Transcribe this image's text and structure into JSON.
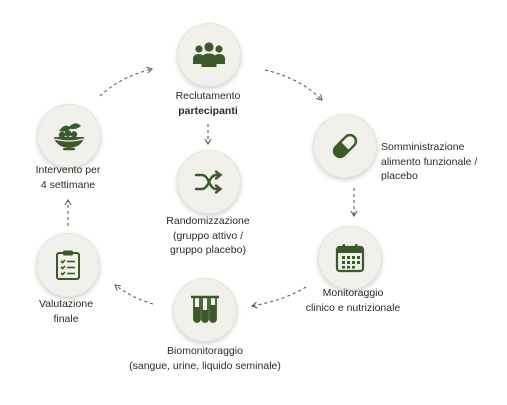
{
  "diagram": {
    "colors": {
      "icon_bg": "#f1f0eb",
      "icon_fg": "#3b5a2a",
      "arrow": "#4f6b3f"
    },
    "steps": [
      {
        "id": "reclutamento",
        "icon": "users-icon",
        "line1": "Reclutamento",
        "line2": "partecipanti"
      },
      {
        "id": "somministrazione",
        "icon": "capsule-icon",
        "line1": "Somministrazione",
        "line2": "alimento funzionale /",
        "line3": "placebo"
      },
      {
        "id": "monitoraggio",
        "icon": "calendar-icon",
        "line1": "Monitoraggio",
        "line2": "clinico e nutrizionale"
      },
      {
        "id": "biomonitoraggio",
        "icon": "test-tubes-icon",
        "line1": "Biomonitoraggio",
        "line2": "(sangue, urine, liquido seminale)"
      },
      {
        "id": "valutazione",
        "icon": "clipboard-icon",
        "line1": "Valutazione",
        "line2": "finale"
      },
      {
        "id": "intervento",
        "icon": "food-bowl-icon",
        "line1": "Intervento per",
        "line2": "4 settimane"
      }
    ],
    "center": {
      "icon": "shuffle-icon",
      "line1": "Randomizzazione",
      "line2": "(gruppo attivo /",
      "line3": "gruppo placebo)"
    }
  }
}
